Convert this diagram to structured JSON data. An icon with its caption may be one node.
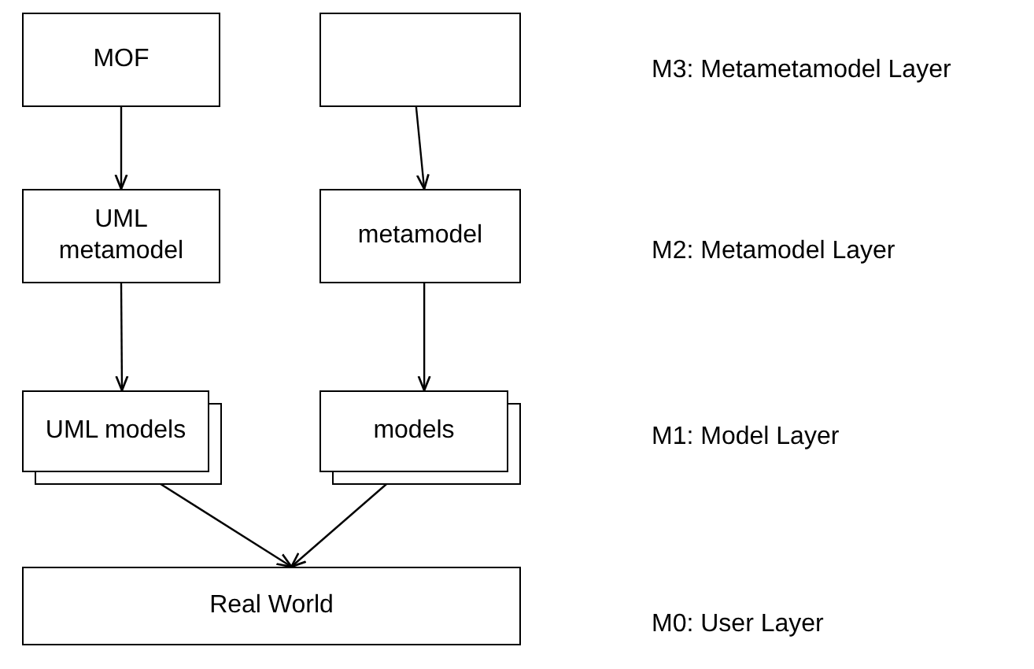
{
  "diagram": {
    "nodes": [
      {
        "text": [
          "MOF"
        ]
      },
      {
        "text": [],
        "shape": "box"
      },
      {
        "text": [
          "UML metamodel"
        ]
      },
      {
        "text": [
          "metamodel"
        ]
      },
      {
        "text": [
          "UML models"
        ]
      },
      {
        "text": [
          "models"
        ]
      },
      {
        "text": [
          "Real World"
        ]
      }
    ],
    "edges": [
      {
        "from": 0,
        "to": 2,
        "arrow": "to"
      },
      {
        "from": 1,
        "to": 3,
        "arrow": "to"
      },
      {
        "from": 2,
        "to": 4,
        "arrow": "to"
      },
      {
        "from": 3,
        "to": 5,
        "arrow": "to"
      },
      {
        "from": 4,
        "to": 6,
        "arrow": "to"
      },
      {
        "from": 5,
        "to": 6,
        "arrow": "to"
      }
    ],
    "labels": [
      "M3: Metametamodel Layer",
      "M2: Metamodel Layer",
      "M1: Model Layer",
      "M0: User Layer"
    ]
  }
}
